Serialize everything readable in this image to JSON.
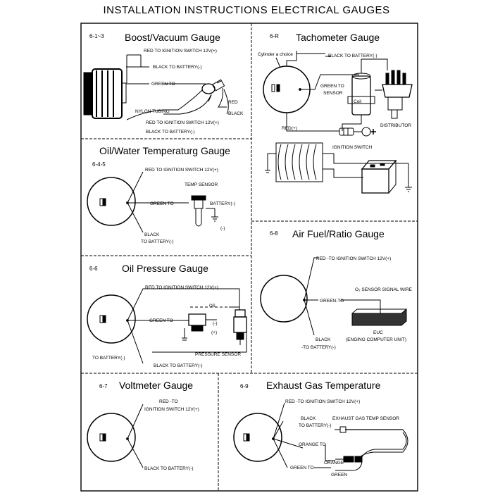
{
  "title": "INSTALLATION INSTRUCTIONS ELECTRICAL GAUGES",
  "boost": {
    "code": "6-1~3",
    "heading": "Boost/Vacuum Gauge",
    "red": "RED   TO IGNITION SWITCH 12V(+)",
    "black": "BLACK   TO BATTERY(-)",
    "green": "GREEN TO",
    "red_short": "RED",
    "black_short": "BLACK",
    "nylon": "NYLON TUBING",
    "red2": "RED   TO IGNITION SWITCH 12V(+)",
    "black2": "BLACK   TO BATTERY(-)"
  },
  "tacho": {
    "code": "6-R",
    "heading": "Tachometer Gauge",
    "cylinder": "Cylinder a choice",
    "black": "BLACK   TO BATTERY(-)",
    "green1": "GREEN TO",
    "green2": "SENSOR",
    "coil": "Coil",
    "distributor": "DISTRIBUTOR",
    "red": "RED(+)",
    "ignition": "IGNITION SWITCH"
  },
  "oilwater": {
    "code": "6-4-5",
    "heading": "Oil/Water Temperaturg Gauge",
    "red": "RED TO IGNITION SWITCH 12V(+)",
    "temp": "TEMP SENSOR",
    "green": "GREEN TO",
    "battery": "BATTERY(-)",
    "black1": "BLACK",
    "black2": "TO BATTERY(-)",
    "minus": "(-)"
  },
  "afr": {
    "code": "6-8",
    "heading": "Air Fuel/Ratio Gauge",
    "red": "RED -TO IGNITION SWITCH 12V(+)",
    "o2": "O₂ SENSOR SIGNAL WIRE",
    "green": "GREEN-TO",
    "black1": "BLACK",
    "black2": "-TO BATTERY(-)",
    "euc1": "EUC",
    "euc2": "(ENGING COMPUTER UNIT)"
  },
  "oilpress": {
    "code": "6-6",
    "heading": "Oil Pressure Gauge",
    "red": "RED TO IGNITION SWITCH 12V(+)",
    "green": "GREEN TO",
    "minus": "(-)",
    "plus": "(+)",
    "sensor": "PRESSURE SENSOR",
    "battery": "TO BATTERY(-)",
    "black": "BLACK TO BATTERY(-)",
    "os": "OS"
  },
  "volt": {
    "code": "6-7",
    "heading": "Voltmeter Gauge",
    "red1": "RED  -TO",
    "red2": "IGNITION SWITCH 12V(+)",
    "black": "BLACK  TO BATTERY(-)"
  },
  "egt": {
    "code": "6-9",
    "heading": "Exhaust Gas Temperature",
    "red": "RED -TO IGNITION SWITCH 12V(+)",
    "black1": "BLACK",
    "black2": "TO BATTERY(-)",
    "sensor": "EXHAUST GAS TEMP SENSOR",
    "orange": "ORANGE TO",
    "orange2": "ORANGE",
    "green": "GREEN TO",
    "green2": "GREEN"
  }
}
